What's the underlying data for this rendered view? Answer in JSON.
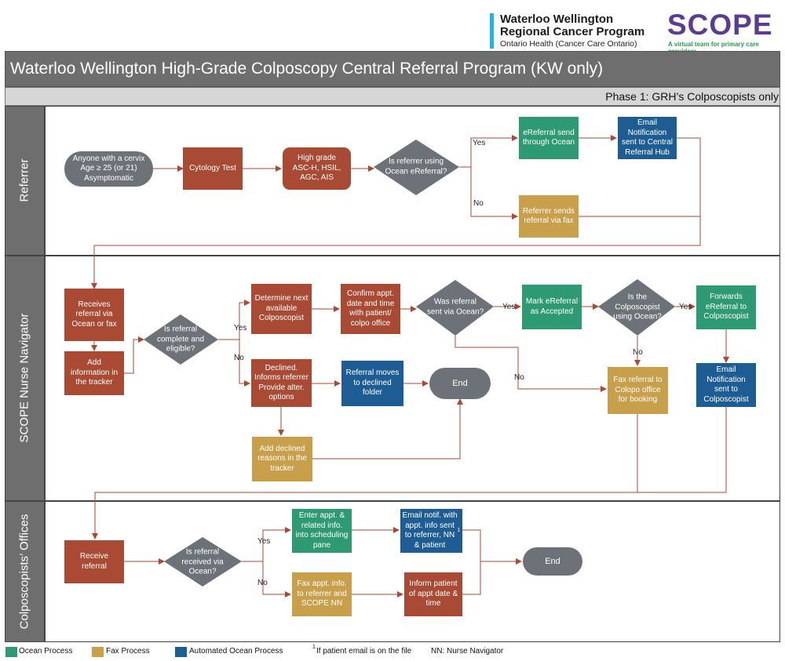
{
  "header": {
    "org_line1": "Waterloo Wellington",
    "org_line2": "Regional Cancer Program",
    "org_sub": "Ontario Health (Cancer Care Ontario)",
    "scope_logo": "SCOPE",
    "scope_tagline": "A virtual team for primary care providers"
  },
  "title": "Waterloo Wellington High-Grade Colposcopy Central Referral Program (KW only)",
  "phase": "Phase 1: GRH’s Colposcopists only",
  "lanes": {
    "referrer": "Referrer",
    "navigator": "SCOPE Nurse Navigator",
    "offices": "Colposcopists’ Offices"
  },
  "nodes": {
    "start": "Anyone with a cervix\nAge ≥ 25 (or 21)\nAsymptomatic",
    "cytology": "Cytology Test",
    "highgrade": "High grade\nASC-H, HSIL,\nAGC, AIS",
    "using_ocean": "Is referrer using\nOcean eReferral?",
    "ereferral": "eReferral send\nthrough Ocean",
    "email_hub": "Email\nNotification\nsent to Central\nReferral Hub",
    "fax_ref": "Referrer sends\nreferral via fax",
    "receives": "Receives\nreferral via\nOcean or fax",
    "add_tracker": "Add\ninformation in\nthe tracker",
    "complete": "Is referral\ncomplete and\neligible?",
    "determine": "Determine next\navailable\nColposcopist",
    "confirm": "Confirm appt.\ndate and time\nwith patient/\ncolpo office",
    "sent_ocean": "Was referral\nsent via Ocean?",
    "mark_accepted": "Mark eReferral\nas Accepted",
    "colpo_ocean": "Is the\nColposcopist\nusing Ocean?",
    "forward": "Forwards\neReferral to\nColposcopist",
    "email_colpo": "Email\nNotification\nsent to\nColposcopist",
    "fax_colpo": "Fax referral to\nColopo office\nfor booking",
    "declined": "Declined.\nInforms referrer\nProvide alter.\noptions",
    "moves_declined": "Referral moves\nto declined\nfolder",
    "end1": "End",
    "declined_reasons": "Add declined\nreasons in the\ntracker",
    "receive_ref": "Receive\nreferral",
    "received_ocean": "Is referral\nreceived via\nOcean?",
    "enter_appt": "Enter appt. &\nrelated info.\ninto scheduling\npane",
    "email_notif": "Email notif. with\nappt. info sent\nto referrer, NN\n& patient",
    "fax_appt": "Fax appt. info.\nto referrer  and\nSCOPE NN",
    "inform_patient": "Inform patient\nof appt date &\ntime",
    "end2": "End"
  },
  "edge_labels": {
    "yes": "Yes",
    "no": "No"
  },
  "footnote_mark": "1",
  "legend": {
    "ocean": "Ocean Process",
    "fax": "Fax Process",
    "automated": "Automated Ocean Process",
    "footnote": "If patient email is on the file",
    "nn": "NN: Nurse Navigator"
  },
  "colors": {
    "process": "#a84a34",
    "ocean": "#2e9a74",
    "fax": "#c89f4a",
    "automated": "#1e5d93",
    "decision": "#6d7278",
    "connector": "#a84a34"
  }
}
